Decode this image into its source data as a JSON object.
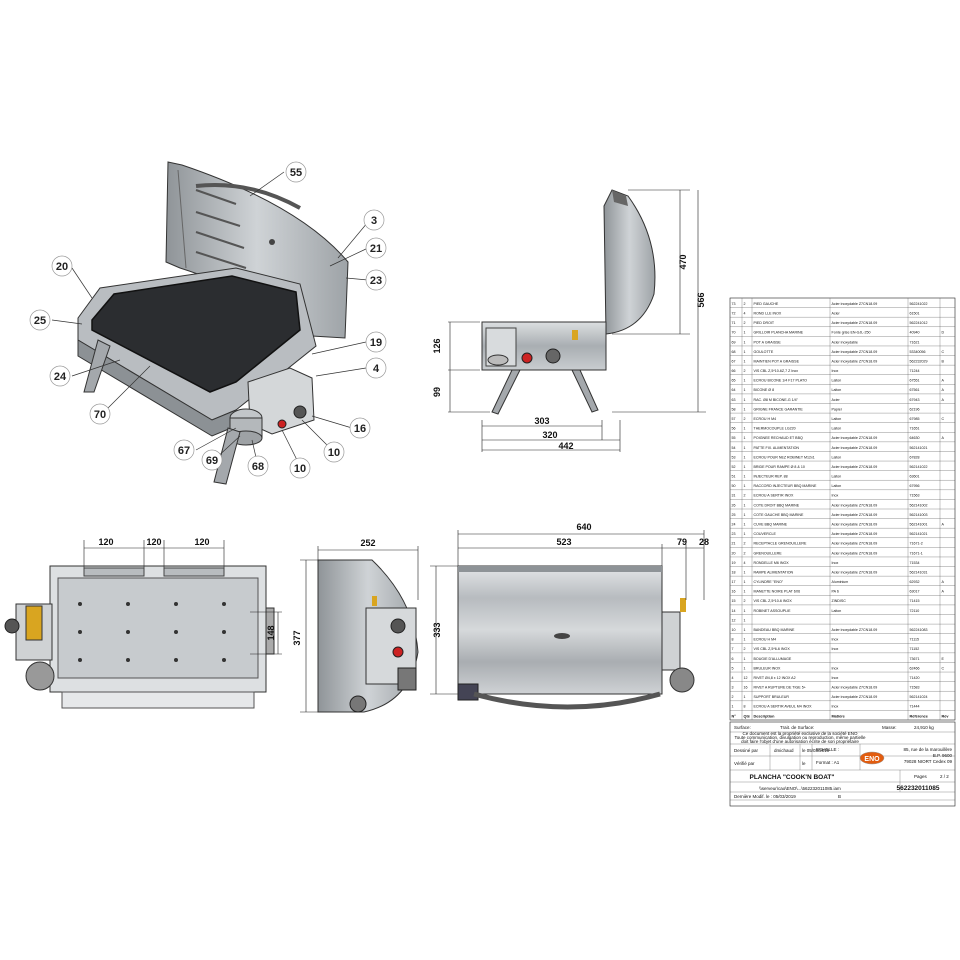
{
  "drawing": {
    "title": "PLANCHA \"COOK'N BOAT\"",
    "part_number": "562232011085",
    "company": "ENO",
    "page": "2 / 2",
    "pages_label": "Pages",
    "scale_label": "ECHELLE :",
    "format_label": "Format : A1",
    "mass_label": "Masse:",
    "mass": "24,910 kg",
    "drawn_by_label": "Dessiné par",
    "drawn_by": "dmichaud",
    "drawn_date": "le 05/03/2019",
    "checked_label": "Vérifié par",
    "checked_date": "le",
    "surface_label": "Surface:",
    "treatment_label": "Trait. de Surface:",
    "last_mod": "Dernière Modif. le : 05/03/2019",
    "rev": "B",
    "address": [
      "85, rue de la marouillère",
      "B.P. 9600",
      "79028 NIORT Cedex 09"
    ],
    "legal": [
      "Ce document est la propriété exclusive de la société ENO",
      "Toute communication, divulgation ou reproduction, même partielle",
      "doit faire l'objet d'une autorisation écrite de son propriétaire"
    ],
    "filepath": "\\\\serveur\\cao\\ENO\\...\\562232011085.iam"
  },
  "callouts": [
    "55",
    "3",
    "21",
    "23",
    "20",
    "25",
    "19",
    "4",
    "24",
    "70",
    "16",
    "67",
    "69",
    "68",
    "10",
    "10"
  ],
  "dimensions": {
    "side_height_470": "470",
    "side_height_566": "566",
    "side_126": "126",
    "side_99": "99",
    "side_303": "303",
    "side_320": "320",
    "side_442": "442",
    "top_120a": "120",
    "top_120b": "120",
    "top_120c": "120",
    "top_148": "148",
    "end_252": "252",
    "end_377": "377",
    "front_640": "640",
    "front_523": "523",
    "front_79": "79",
    "front_28": "28",
    "front_333": "333"
  },
  "bom": {
    "headers": [
      "N°",
      "Qté",
      "Description",
      "Matière",
      "Référence",
      "Rév"
    ],
    "rows": [
      [
        "73",
        "2",
        "PIED GAUCHE",
        "Acier inoxydable Z7CN18.09",
        "562241022",
        ""
      ],
      [
        "72",
        "4",
        "ROND LLE INOX",
        "Acier",
        "61501",
        ""
      ],
      [
        "71",
        "2",
        "PIED DROIT",
        "Acier inoxydable Z7CN18.09",
        "562241012",
        ""
      ],
      [
        "70",
        "1",
        "GRILLOIR PLANCHA MARINE",
        "Fonte grise EN-GJL-250",
        "40940",
        "D"
      ],
      [
        "69",
        "1",
        "POT A GRAISSE",
        "Acier inoxydable",
        "71621",
        ""
      ],
      [
        "68",
        "1",
        "GOULOTTE",
        "Acier inoxydable Z7CN18.09",
        "53340056",
        "C"
      ],
      [
        "67",
        "1",
        "MAINTIEN POT A GRAISSE",
        "Acier inoxydable Z7CN18.09",
        "562232029",
        "B"
      ],
      [
        "66",
        "2",
        "VIS CBL Z,5*10-6Z,7 Z Inox",
        "Inox",
        "71244",
        ""
      ],
      [
        "65",
        "1",
        "ECROU BICONE 1/4 F17 PLATO",
        "Laiton",
        "67551",
        "A"
      ],
      [
        "64",
        "1",
        "BICONE Ø 8",
        "Laiton",
        "67561",
        "A"
      ],
      [
        "63",
        "1",
        "RAC. Ø8 M BICONE-G 1/4\"",
        "Acier",
        "67943",
        "A"
      ],
      [
        "58",
        "1",
        "GRIGNE FRANCE GARANTIE",
        "Papier",
        "62196",
        ""
      ],
      [
        "57",
        "2",
        "ECROU H M4",
        "Laiton",
        "67985",
        "C"
      ],
      [
        "56",
        "1",
        "THERMOCOUPLE LG220",
        "Laiton",
        "71651",
        ""
      ],
      [
        "55",
        "1",
        "POIGNEE RECHAUD ET BBQ",
        "Acier inoxydable Z7CN18.09",
        "64630",
        "A"
      ],
      [
        "54",
        "1",
        "PATTE FIX. ALIMENTATION",
        "Acier inoxydable Z7CN18.09",
        "562141021",
        ""
      ],
      [
        "53",
        "1",
        "ECROU POUR NEZ ROBINET M12x1",
        "Laiton",
        "67828",
        ""
      ],
      [
        "52",
        "1",
        "BRIDE POUR RAMPE Ø 8 & 10",
        "Acier inoxydable Z7CN18.09",
        "562141022",
        ""
      ],
      [
        "51",
        "1",
        "INJECTEUR REP. 88",
        "Laiton",
        "63601",
        ""
      ],
      [
        "50",
        "1",
        "RACCORD INJECTEUR BBQ MARINE",
        "Laiton",
        "67956",
        ""
      ],
      [
        "31",
        "2",
        "ECROU A SERTIR INOX",
        "Inox",
        "71563",
        ""
      ],
      [
        "26",
        "1",
        "COTE DROIT BBQ MARINE",
        "Acier inoxydable Z7CN18.09",
        "562141002",
        ""
      ],
      [
        "25",
        "1",
        "COTE GAUCHE BBQ MARINE",
        "Acier inoxydable Z7CN18.09",
        "562141003",
        ""
      ],
      [
        "24",
        "1",
        "CUVE BBQ MARINE",
        "Acier inoxydable Z7CN18.09",
        "562141001",
        "A"
      ],
      [
        "23",
        "1",
        "COUVERCLE",
        "Acier inoxydable Z7CN18.09",
        "562141021",
        ""
      ],
      [
        "21",
        "2",
        "RECEPTACLE GRENOUILLERE",
        "Acier inoxydable Z7CN18.09",
        "71671-2",
        ""
      ],
      [
        "20",
        "2",
        "GRENOUILLERE",
        "Acier inoxydable Z7CN18.09",
        "71671-1",
        ""
      ],
      [
        "19",
        "4",
        "RONDELLE M6 INOX",
        "Inox",
        "71534",
        ""
      ],
      [
        "18",
        "1",
        "RAMPE ALIMENTATION",
        "Acier inoxydable Z7CN18.09",
        "562141031",
        ""
      ],
      [
        "17",
        "1",
        "CYLINDRE \"ENO\"",
        "Aluminium",
        "62932",
        "A"
      ],
      [
        "16",
        "1",
        "MANETTE NOIRE PLAT 6X6",
        "PA 6",
        "63017",
        "A"
      ],
      [
        "15",
        "2",
        "VIS CBL Z,5*10-6 INOX",
        "ZINDISC",
        "71415",
        ""
      ],
      [
        "14",
        "1",
        "ROBINET ASSOUPLIE",
        "Laiton",
        "72110",
        ""
      ],
      [
        "12",
        "1",
        "",
        "",
        "",
        ""
      ],
      [
        "10",
        "1",
        "BANDEAU BBQ MARINE",
        "Acier inoxydable Z7CN18.09",
        "562241083",
        ""
      ],
      [
        "8",
        "1",
        "ECROU H M4",
        "Inox",
        "71115",
        ""
      ],
      [
        "7",
        "2",
        "VIS CBL Z,5*6-6 INOX",
        "Inox",
        "71152",
        ""
      ],
      [
        "6",
        "1",
        "BOUGIE D'ALLUMAGE",
        "",
        "73671",
        "E"
      ],
      [
        "5",
        "1",
        "BRULEUR INOX",
        "Inox",
        "62466",
        "C"
      ],
      [
        "4",
        "12",
        "RIVET Ø4,8 x 12 INOX A2",
        "Inox",
        "71420",
        ""
      ],
      [
        "3",
        "16",
        "RIVET A RUPTURE DE TIGE 5+",
        "Acier inoxydable Z7CN18.09",
        "71583",
        ""
      ],
      [
        "2",
        "1",
        "SUPPORT BRULEUR",
        "Acier inoxydable Z7CN18.09",
        "562141024",
        ""
      ],
      [
        "1",
        "8",
        "ECROU A SERTIR AVEUL M4 INOX",
        "Inox",
        "71444",
        ""
      ]
    ]
  }
}
